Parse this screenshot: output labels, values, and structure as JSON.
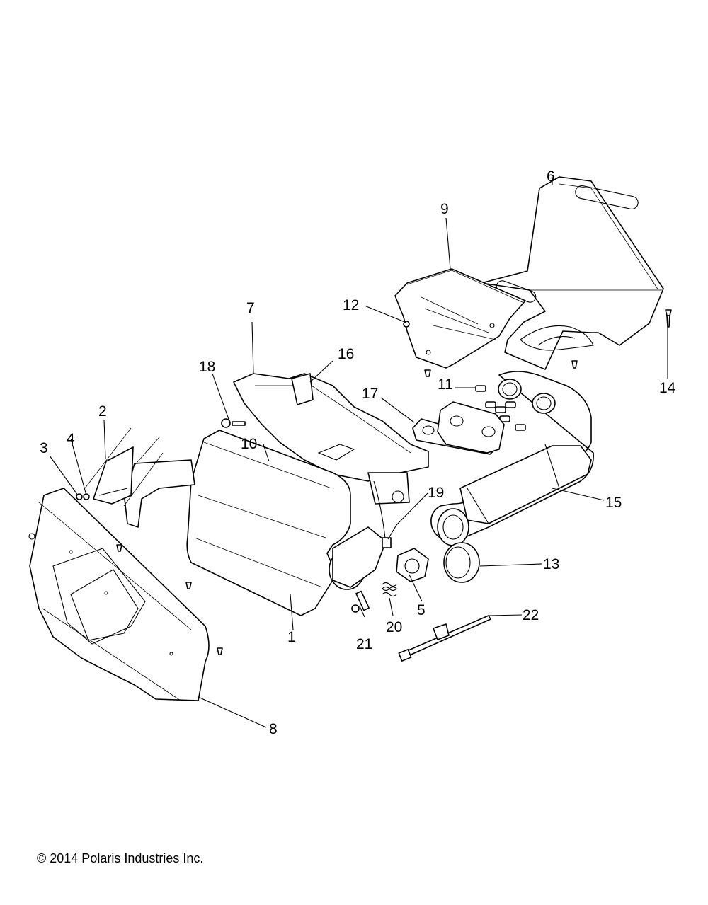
{
  "callouts": {
    "c1": "1",
    "c2": "2",
    "c3": "3",
    "c4": "4",
    "c5": "5",
    "c6": "6",
    "c7": "7",
    "c8": "8",
    "c9": "9",
    "c10": "10",
    "c11": "11",
    "c12": "12",
    "c13": "13",
    "c14": "14",
    "c15": "15",
    "c16": "16",
    "c17": "17",
    "c18": "18",
    "c19": "19",
    "c20": "20",
    "c21": "21",
    "c22": "22"
  },
  "copyright": "© 2014 Polaris Industries Inc."
}
